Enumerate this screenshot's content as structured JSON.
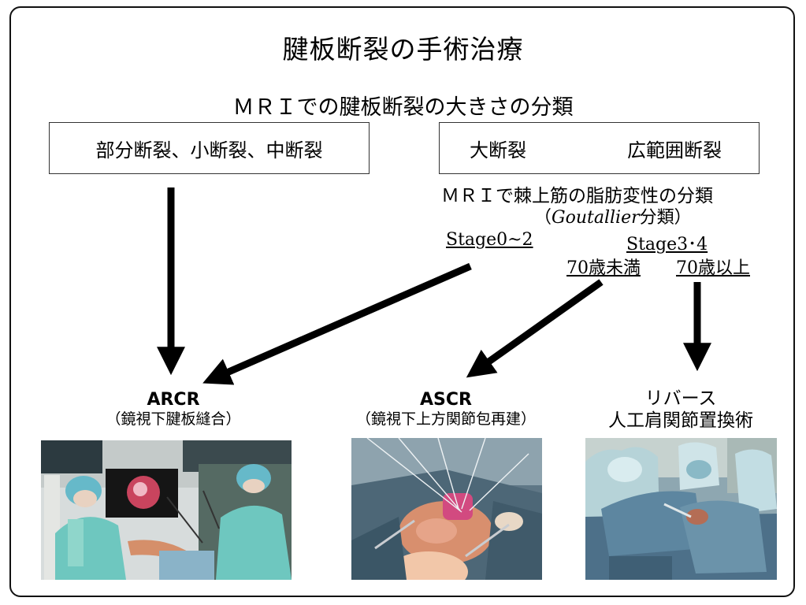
{
  "title": "腱板断裂の手術治療",
  "subtitle": "ＭＲＩでの腱板断裂の大きさの分類",
  "box_small": "部分断裂、小断裂、中断裂",
  "box_large": {
    "label1": "大断裂",
    "label2": "広範囲断裂"
  },
  "fatty": {
    "line1": "ＭＲＩで棘上筋の脂肪変性の分類",
    "open": "（",
    "name": "Goutallier",
    "rest": "分類）"
  },
  "stages": {
    "low": "Stage0~2",
    "high": "Stage3･4"
  },
  "ages": {
    "under": "70歳未満",
    "over": "70歳以上"
  },
  "procedures": {
    "arcr": {
      "name": "ARCR",
      "desc": "（鏡視下腱板縫合）"
    },
    "ascr": {
      "name": "ASCR",
      "desc": "（鏡視下上方関節包再建）"
    },
    "reverse": {
      "line1": "リバース",
      "line2": "人工肩関節置換術"
    }
  }
}
